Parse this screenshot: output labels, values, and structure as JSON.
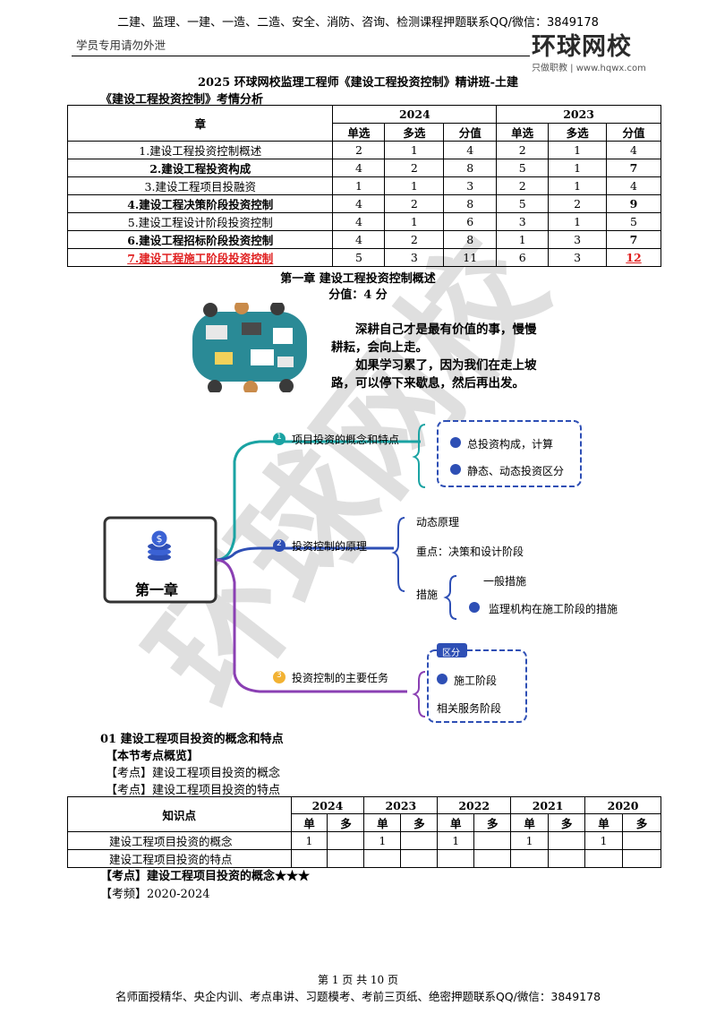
{
  "header": {
    "top_text": "二建、监理、一建、一造、二造、安全、消防、咨询、检测课程押题联系QQ/微信：3849178",
    "left_text": "学员专用请勿外泄",
    "logo_main": "环球网校",
    "logo_sub": "只做职教 | www.hqwx.com"
  },
  "doc_title": "2025 环球网校监理工程师《建设工程投资控制》精讲班-土建",
  "analysis_title": "《建设工程投资控制》考情分析",
  "analysis_table": {
    "col_chapter": "章",
    "years": [
      "2024",
      "2023"
    ],
    "subcols": [
      "单选",
      "多选",
      "分值",
      "单选",
      "多选",
      "分值"
    ],
    "rows": [
      {
        "name": "1.建设工程投资控制概述",
        "vals": [
          "2",
          "1",
          "4",
          "2",
          "1",
          "4"
        ]
      },
      {
        "name": "2.建设工程投资构成",
        "vals": [
          "4",
          "2",
          "8",
          "5",
          "1",
          "7"
        ]
      },
      {
        "name": "3.建设工程项目投融资",
        "vals": [
          "1",
          "1",
          "3",
          "2",
          "1",
          "4"
        ]
      },
      {
        "name": "4.建设工程决策阶段投资控制",
        "vals": [
          "4",
          "2",
          "8",
          "5",
          "2",
          "9"
        ]
      },
      {
        "name": "5.建设工程设计阶段投资控制",
        "vals": [
          "4",
          "1",
          "6",
          "3",
          "1",
          "5"
        ]
      },
      {
        "name": "6.建设工程招标阶段投资控制",
        "vals": [
          "4",
          "2",
          "8",
          "1",
          "3",
          "7"
        ]
      },
      {
        "name": "7.建设工程施工阶段投资控制",
        "vals": [
          "5",
          "3",
          "11",
          "6",
          "3",
          "12"
        ]
      }
    ]
  },
  "chapter": {
    "title": "第一章 建设工程投资控制概述",
    "score": "分值：4 分"
  },
  "quote": {
    "p1": "深耕自己才是最有价值的事，慢慢耕耘，会向上走。",
    "p2": "如果学习累了，因为我们在走上坡路，可以停下来歇息，然后再出发。"
  },
  "mindmap": {
    "root": "第一章",
    "b1": {
      "num": "1",
      "label": "项目投资的概念和特点",
      "items": [
        "总投资构成，计算",
        "静态、动态投资区分"
      ]
    },
    "b2": {
      "num": "2",
      "label": "投资控制的原理",
      "items": [
        "动态原理",
        "重点：决策和设计阶段",
        "措施"
      ],
      "sub": [
        "一般措施",
        "监理机构在施工阶段的措施"
      ]
    },
    "b3": {
      "num": "3",
      "label": "投资控制的主要任务",
      "tag": "区分",
      "items": [
        "施工阶段",
        "相关服务阶段"
      ]
    }
  },
  "section01": {
    "title": "01 建设工程项目投资的概念和特点",
    "overview": "【本节考点概览】",
    "point1": "【考点】建设工程项目投资的概念",
    "point2": "【考点】建设工程项目投资的特点"
  },
  "kp_table": {
    "header": "知识点",
    "years": [
      "2024",
      "2023",
      "2022",
      "2021",
      "2020"
    ],
    "single": "单",
    "multi": "多",
    "rows": [
      {
        "name": "建设工程项目投资的概念",
        "vals": [
          "1",
          "",
          "1",
          "",
          "1",
          "",
          "1",
          "",
          "1",
          ""
        ]
      },
      {
        "name": "建设工程项目投资的特点",
        "vals": [
          "",
          "",
          "",
          "",
          "",
          "",
          "",
          "",
          "",
          ""
        ]
      }
    ]
  },
  "kp_heading": "【考点】建设工程项目投资的概念★★★",
  "kp_freq": "【考频】2020-2024",
  "footer": {
    "page": "第 1 页 共 10 页",
    "ad": "名师面授精华、央企内训、考点串讲、习题模考、考前三页纸、绝密押题联系QQ/微信：3849178"
  },
  "watermark_text": "环球网校",
  "colors": {
    "teal": "#1aa3a3",
    "blue": "#2e4fb5",
    "purple": "#8a3fb3",
    "red": "#e02020"
  }
}
